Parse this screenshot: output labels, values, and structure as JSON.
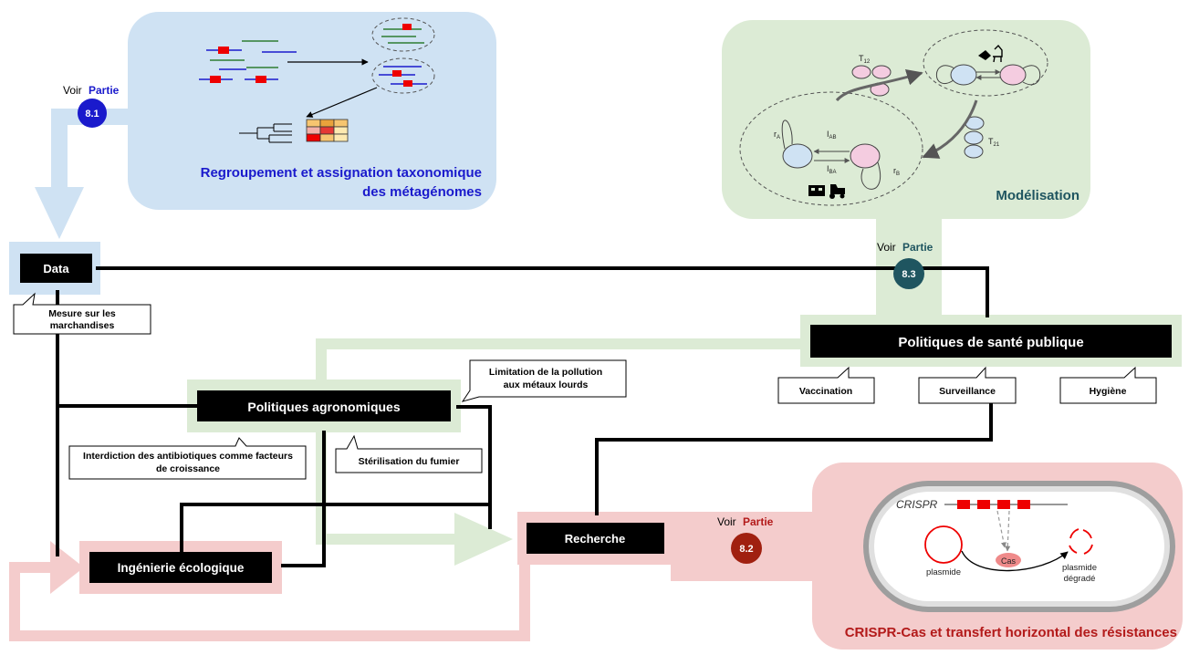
{
  "panels": {
    "metagenome_title_line1": "Regroupement et assignation taxonomique",
    "metagenome_title_line2": "des métagénomes",
    "modelisation_title": "Modélisation",
    "crispr_title": "CRISPR-Cas et transfert horizontal des résistances"
  },
  "refs": {
    "voir": "Voir",
    "partie": "Partie",
    "part_81": "8.1",
    "part_83": "8.3",
    "part_82": "8.2"
  },
  "nodes": {
    "data": "Data",
    "sante": "Politiques de santé publique",
    "agro": "Politiques agronomiques",
    "recherche": "Recherche",
    "ingenierie": "Ingénierie écologique"
  },
  "callouts": {
    "marchandises_1": "Mesure sur les",
    "marchandises_2": "marchandises",
    "pollution_1": "Limitation de la pollution",
    "pollution_2": "aux métaux lourds",
    "antibio_1": "Interdiction des antibiotiques comme facteurs",
    "antibio_2": "de croissance",
    "fumier": "Stérilisation du fumier",
    "vaccination": "Vaccination",
    "surveillance": "Surveillance",
    "hygiene": "Hygiène"
  },
  "model_labels": {
    "t12": "T",
    "t12_sub": "12",
    "t21": "T",
    "t21_sub": "21",
    "ra": "r",
    "ra_sub": "A",
    "rb": "r",
    "rb_sub": "B",
    "iab": "I",
    "iab_sub": "AB",
    "iba": "I",
    "iba_sub": "BA"
  },
  "crispr_labels": {
    "crispr": "CRISPR",
    "cas": "Cas",
    "plasmide": "plasmide",
    "plasmide_degrade_1": "plasmide",
    "plasmide_degrade_2": "dégradé"
  },
  "colors": {
    "blue_panel": "#cfe2f3",
    "green_panel": "#dcebd5",
    "red_panel": "#f4cccc",
    "blue_text": "#1a1acc",
    "teal_text": "#1f5560",
    "red_text": "#b31a1a"
  }
}
